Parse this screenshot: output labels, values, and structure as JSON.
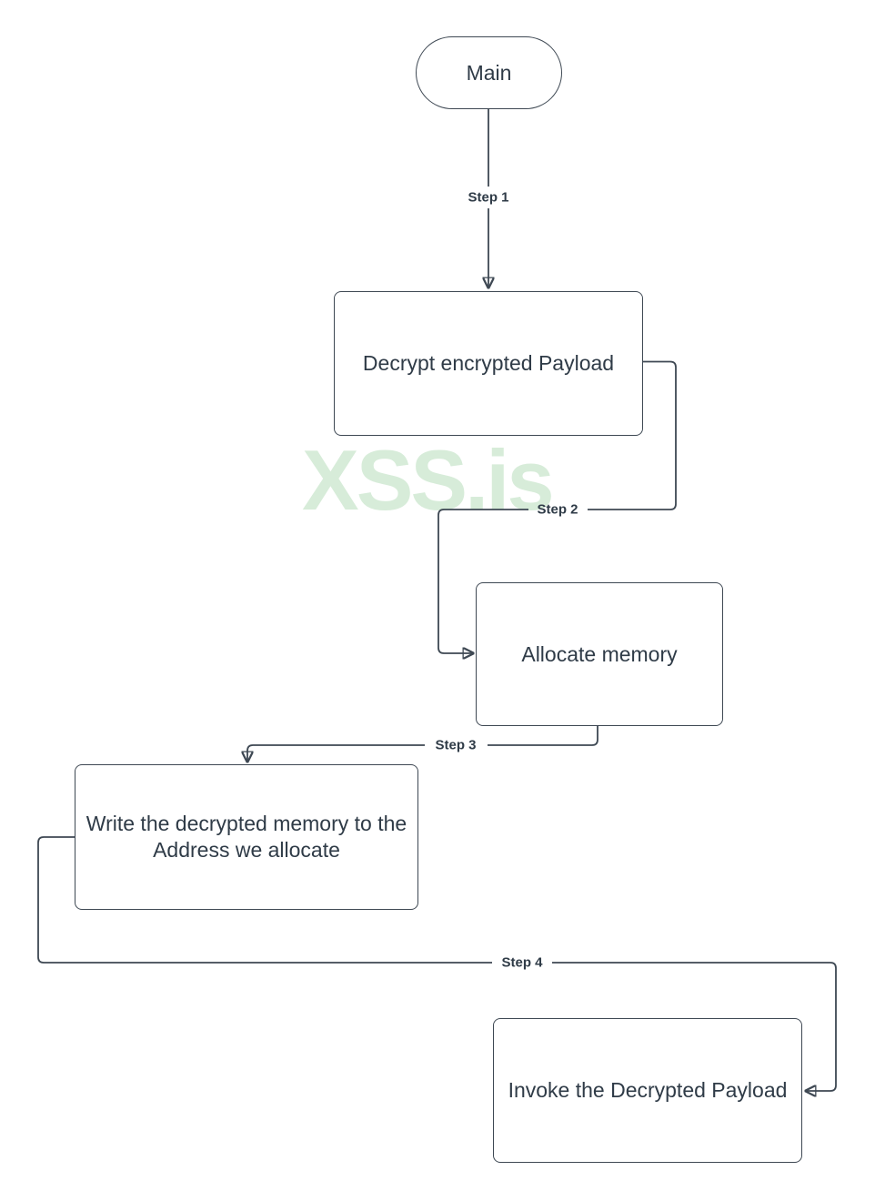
{
  "diagram": {
    "watermark": "XSS.is",
    "nodes": [
      {
        "id": "main",
        "type": "terminator",
        "label": "Main"
      },
      {
        "id": "decrypt",
        "type": "process",
        "label": "Decrypt encrypted Payload"
      },
      {
        "id": "allocate",
        "type": "process",
        "label": "Allocate memory"
      },
      {
        "id": "write",
        "type": "process",
        "label": "Write the decrypted memory to the Address we allocate"
      },
      {
        "id": "invoke",
        "type": "process",
        "label": "Invoke the Decrypted Payload"
      }
    ],
    "edges": [
      {
        "from": "main",
        "to": "decrypt",
        "label": "Step 1"
      },
      {
        "from": "decrypt",
        "to": "allocate",
        "label": "Step 2"
      },
      {
        "from": "allocate",
        "to": "write",
        "label": "Step 3"
      },
      {
        "from": "write",
        "to": "invoke",
        "label": "Step 4"
      }
    ],
    "colors": {
      "stroke": "#3e4853",
      "text": "#2f3b47",
      "watermark": "#d7ecd9",
      "background": "#ffffff"
    }
  }
}
